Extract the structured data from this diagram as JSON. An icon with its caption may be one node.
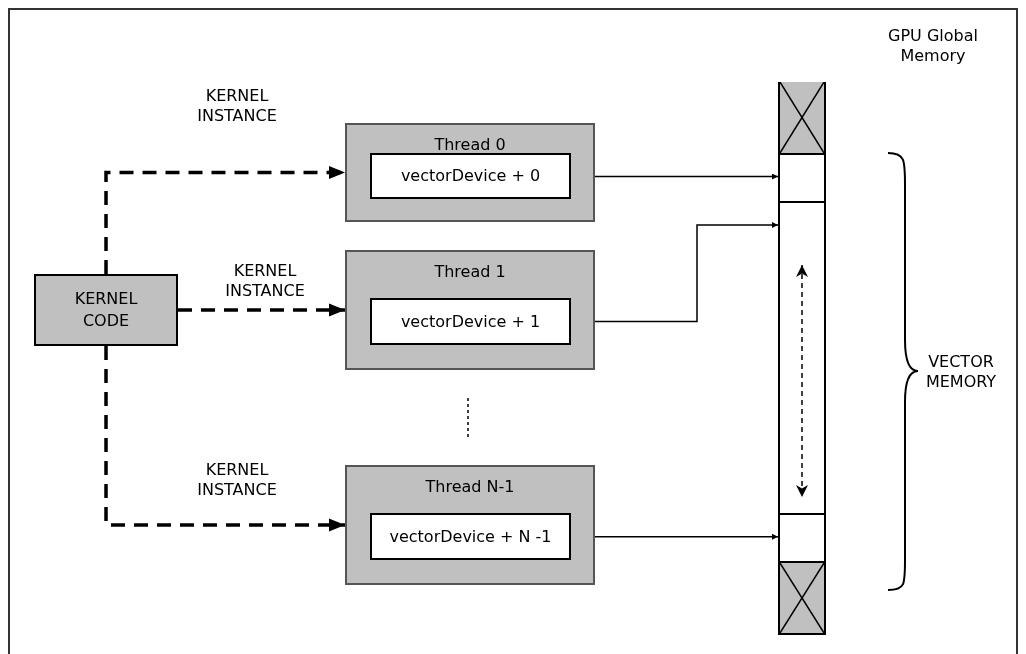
{
  "diagram": {
    "nodes": [
      {
        "text": [
          "KERNEL CODE"
        ]
      },
      {
        "text": [
          "Thread 0"
        ]
      },
      {
        "text": [
          "vectorDevice + 0"
        ],
        "in": 1
      },
      {
        "text": [
          "Thread 1"
        ]
      },
      {
        "text": [
          "vectorDevice + 1"
        ],
        "in": 3
      },
      {
        "text": [
          "Thread N-1"
        ]
      },
      {
        "text": [
          "vectorDevice + N -1"
        ],
        "in": 5
      },
      {
        "text": [
          "GPU Global Memory"
        ]
      },
      {
        "text": [],
        "shape": "box",
        "in": 7
      },
      {
        "text": [],
        "shape": "box",
        "in": 7
      },
      {
        "text": [],
        "shape": "box",
        "in": 7
      },
      {
        "text": [],
        "shape": "box",
        "in": 7
      },
      {
        "text": [],
        "shape": "box",
        "in": 7
      }
    ],
    "edges": [
      {
        "from": 0,
        "to": 1,
        "arrow": "to",
        "label": "KERNEL INSTANCE",
        "style": "dashed"
      },
      {
        "from": 0,
        "to": 3,
        "arrow": "to",
        "label": "KERNEL INSTANCE",
        "style": "dashed"
      },
      {
        "from": 0,
        "to": 5,
        "arrow": "to",
        "label": "KERNEL INSTANCE",
        "style": "dashed"
      },
      {
        "from": 2,
        "to": 9,
        "arrow": "to"
      },
      {
        "from": 4,
        "to": 10,
        "arrow": "to"
      },
      {
        "from": 6,
        "to": 11,
        "arrow": "to"
      },
      {
        "from": 10,
        "to": 11,
        "arrow": "both",
        "style": "dashed"
      }
    ],
    "labels": [
      "VECTOR MEMORY"
    ]
  }
}
